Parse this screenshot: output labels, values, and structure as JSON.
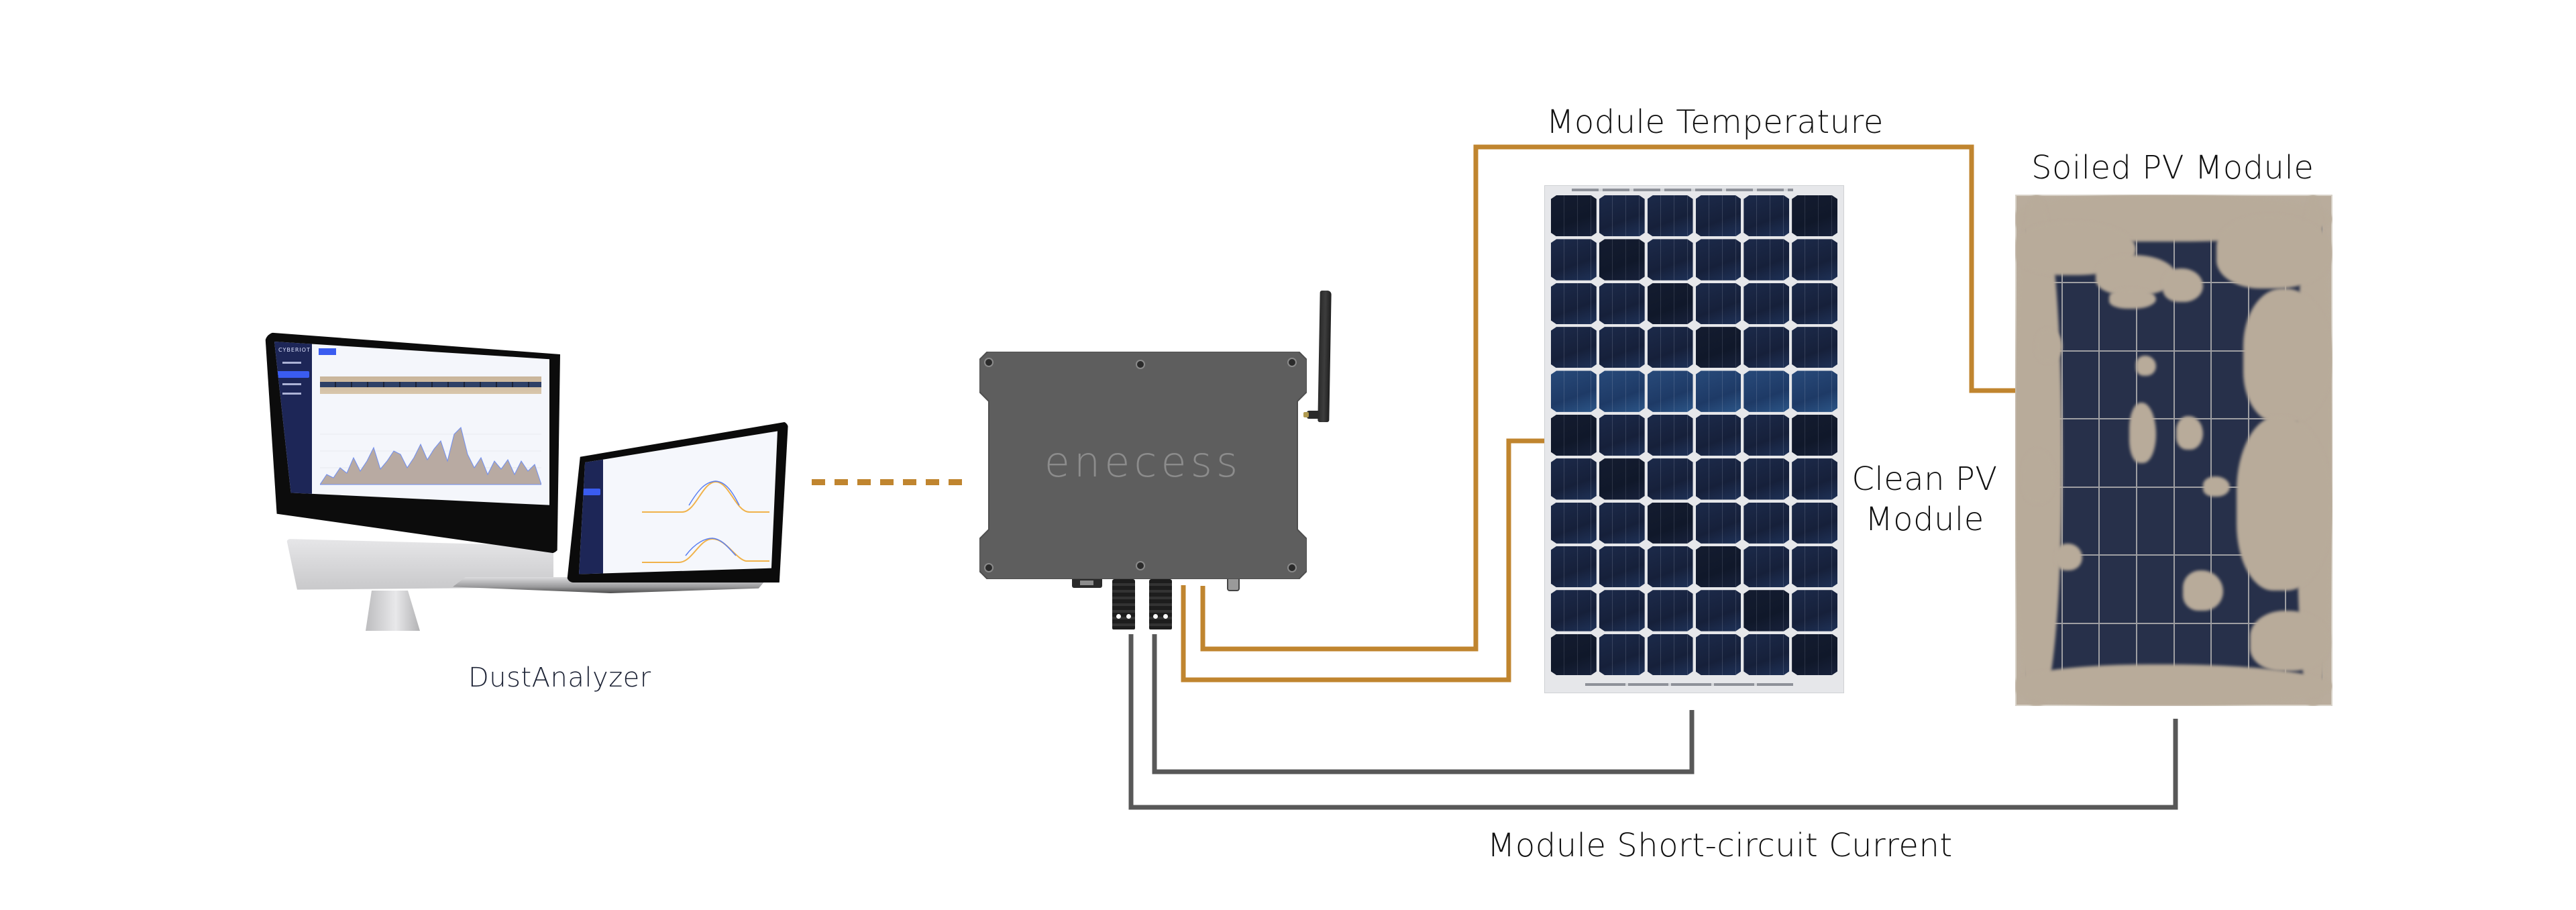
{
  "diagram": {
    "labels": {
      "module_temperature": "Module Temperature",
      "soiled_module": "Soiled PV Module",
      "clean_module_line1": "Clean PV",
      "clean_module_line2": "Module",
      "short_circuit_current": "Module Short-circuit Current",
      "software": "DustAnalyzer"
    },
    "device": {
      "brand_logo": "enecess"
    },
    "software_screen": {
      "app_brand": "CYBERIOT"
    },
    "colors": {
      "temperature_cable": "#c0852f",
      "current_cable": "#585858",
      "device_body": "#5e5e5e",
      "label_text": "#111111",
      "software_label": "#1e2436",
      "app_sidebar": "#1d2657",
      "app_accent": "#3a5cf0"
    },
    "panels": {
      "clean": {
        "columns": 6,
        "rows": 11
      },
      "soiled": {
        "columns": 8,
        "rows": 7
      }
    },
    "connections": [
      {
        "from": "device",
        "to": "clean-pv-module",
        "signal": "Module Temperature",
        "type": "temperature-cable"
      },
      {
        "from": "device",
        "to": "soiled-pv-module",
        "signal": "Module Temperature",
        "type": "temperature-cable"
      },
      {
        "from": "device",
        "to": "clean-pv-module",
        "signal": "Module Short-circuit Current",
        "type": "current-cable"
      },
      {
        "from": "device",
        "to": "soiled-pv-module",
        "signal": "Module Short-circuit Current",
        "type": "current-cable"
      },
      {
        "from": "device",
        "to": "DustAnalyzer",
        "signal": "wireless",
        "type": "dotted-link"
      }
    ]
  }
}
